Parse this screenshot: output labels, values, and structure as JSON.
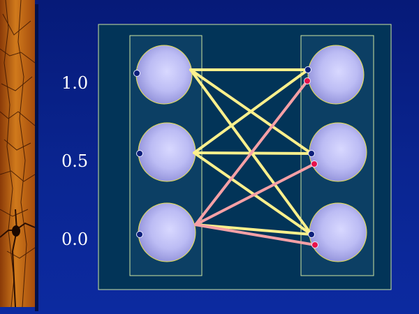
{
  "labels": [
    "1.0",
    "0.5",
    "0.0"
  ],
  "network": {
    "input_layer_size": 3,
    "output_layer_size": 3,
    "excitatory_connections": [
      [
        "i1",
        "o1"
      ],
      [
        "i1",
        "o2"
      ],
      [
        "i1",
        "o3"
      ],
      [
        "i2",
        "o1"
      ],
      [
        "i2",
        "o2"
      ],
      [
        "i2",
        "o3"
      ],
      [
        "i3",
        "o3"
      ]
    ],
    "inhibitory_connections": [
      [
        "i3",
        "o1"
      ],
      [
        "i3",
        "o2"
      ],
      [
        "i3",
        "o3"
      ]
    ]
  },
  "colors": {
    "background": "#0a2591",
    "panel_fill": "#023458",
    "panel_border": "#cfe6a0",
    "neuron_fill": "#c4c4f8",
    "neuron_border": "#e8e050",
    "excitatory": "#fcf08c",
    "inhibitory": "#f6a0a6",
    "excitatory_synapse": "#0d1f7a",
    "inhibitory_synapse": "#e8124a",
    "side_strip": "#b8560e"
  }
}
